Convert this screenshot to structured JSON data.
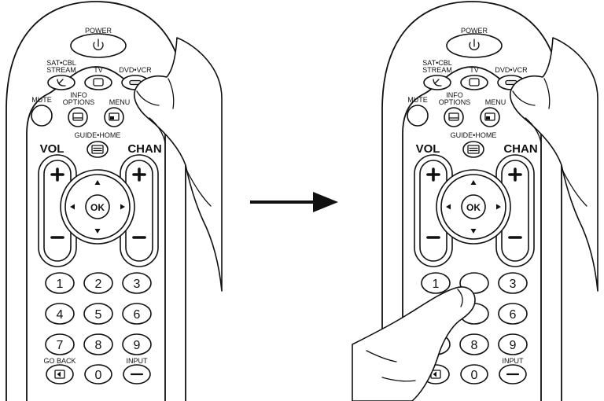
{
  "remote": {
    "power_label": "POWER",
    "sat_label_line1": "SAT•CBL",
    "sat_label_line2": "STREAM",
    "tv_label": "TV",
    "dvd_label": "DVD•VCR",
    "mute_label": "MUTE",
    "info_label_line1": "INFO",
    "info_label_line2": "OPTIONS",
    "menu_label": "MENU",
    "guide_label": "GUIDE•HOME",
    "vol_label": "VOL",
    "chan_label": "CHAN",
    "ok_label": "OK",
    "go_back_label": "GO BACK",
    "input_label": "INPUT",
    "keys": [
      "1",
      "2",
      "3",
      "4",
      "5",
      "6",
      "7",
      "8",
      "9",
      "0"
    ]
  },
  "icons": [
    "power-icon",
    "satellite-dish-icon",
    "tv-icon",
    "dvd-disc-icon",
    "info-screen-icon",
    "menu-screen-icon",
    "guide-icon",
    "go-back-icon",
    "arrow-right-icon",
    "hand-icon",
    "finger-icon"
  ]
}
